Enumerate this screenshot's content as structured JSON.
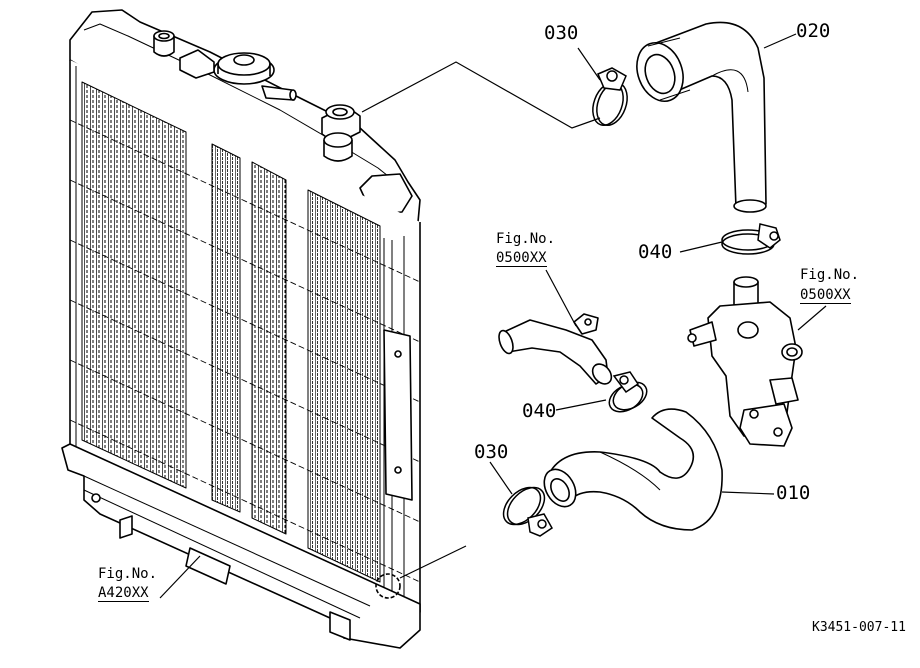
{
  "diagram": {
    "part_labels": [
      "010",
      "020",
      "030",
      "030",
      "040",
      "040"
    ],
    "fig_refs": [
      {
        "line1": "Fig.No.",
        "line2": "0500XX"
      },
      {
        "line1": "Fig.No.",
        "line2": "0500XX"
      },
      {
        "line1": "Fig.No.",
        "line2": "A420XX"
      }
    ],
    "drawing_code": "K3451-007-11"
  }
}
